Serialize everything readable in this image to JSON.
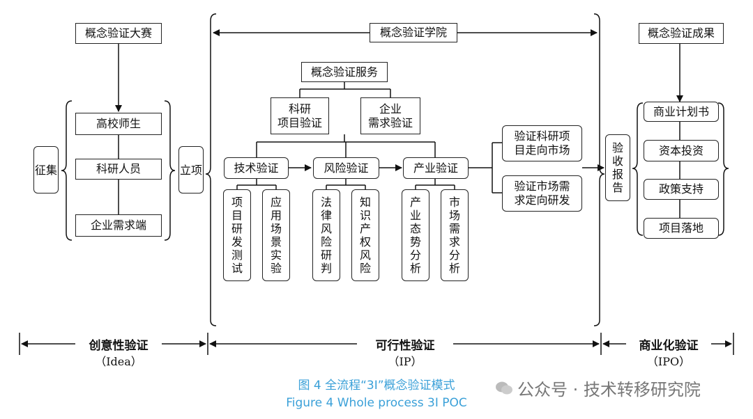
{
  "idea": {
    "contest": "概念验证大赛",
    "collect": "征集",
    "items": [
      "高校师生",
      "科研人员",
      "企业需求端"
    ],
    "project": "立项"
  },
  "ip": {
    "academy": "概念验证学院",
    "service": "概念验证服务",
    "research": "科研\n项目验证",
    "enterprise": "企业\n需求验证",
    "tech": "技术验证",
    "risk": "风险验证",
    "industry": "产业验证",
    "tech_sub": [
      "项目研发测试",
      "应用场景实验"
    ],
    "risk_sub": [
      "法律风险研判",
      "知识产权风险"
    ],
    "industry_sub": [
      "产业态势分析",
      "市场需求分析"
    ],
    "out1": "验证科研项\n目走向市场",
    "out2": "验证市场需\n求定向研发"
  },
  "ipo": {
    "results": "概念验证成果",
    "acceptance": "验收报告",
    "items": [
      "商业计划书",
      "资本投资",
      "政策支持",
      "项目落地"
    ]
  },
  "phases": [
    {
      "name": "创意性验证",
      "sub": "（Idea）"
    },
    {
      "name": "可行性验证",
      "sub": "（IP）"
    },
    {
      "name": "商业化验证",
      "sub": "（IPO）"
    }
  ],
  "caption": {
    "zh": "图 4  全流程“3I”概念验证模式",
    "en": "Figure 4  Whole process 3I POC"
  },
  "watermark": "公众号 · 技术转移研究院"
}
